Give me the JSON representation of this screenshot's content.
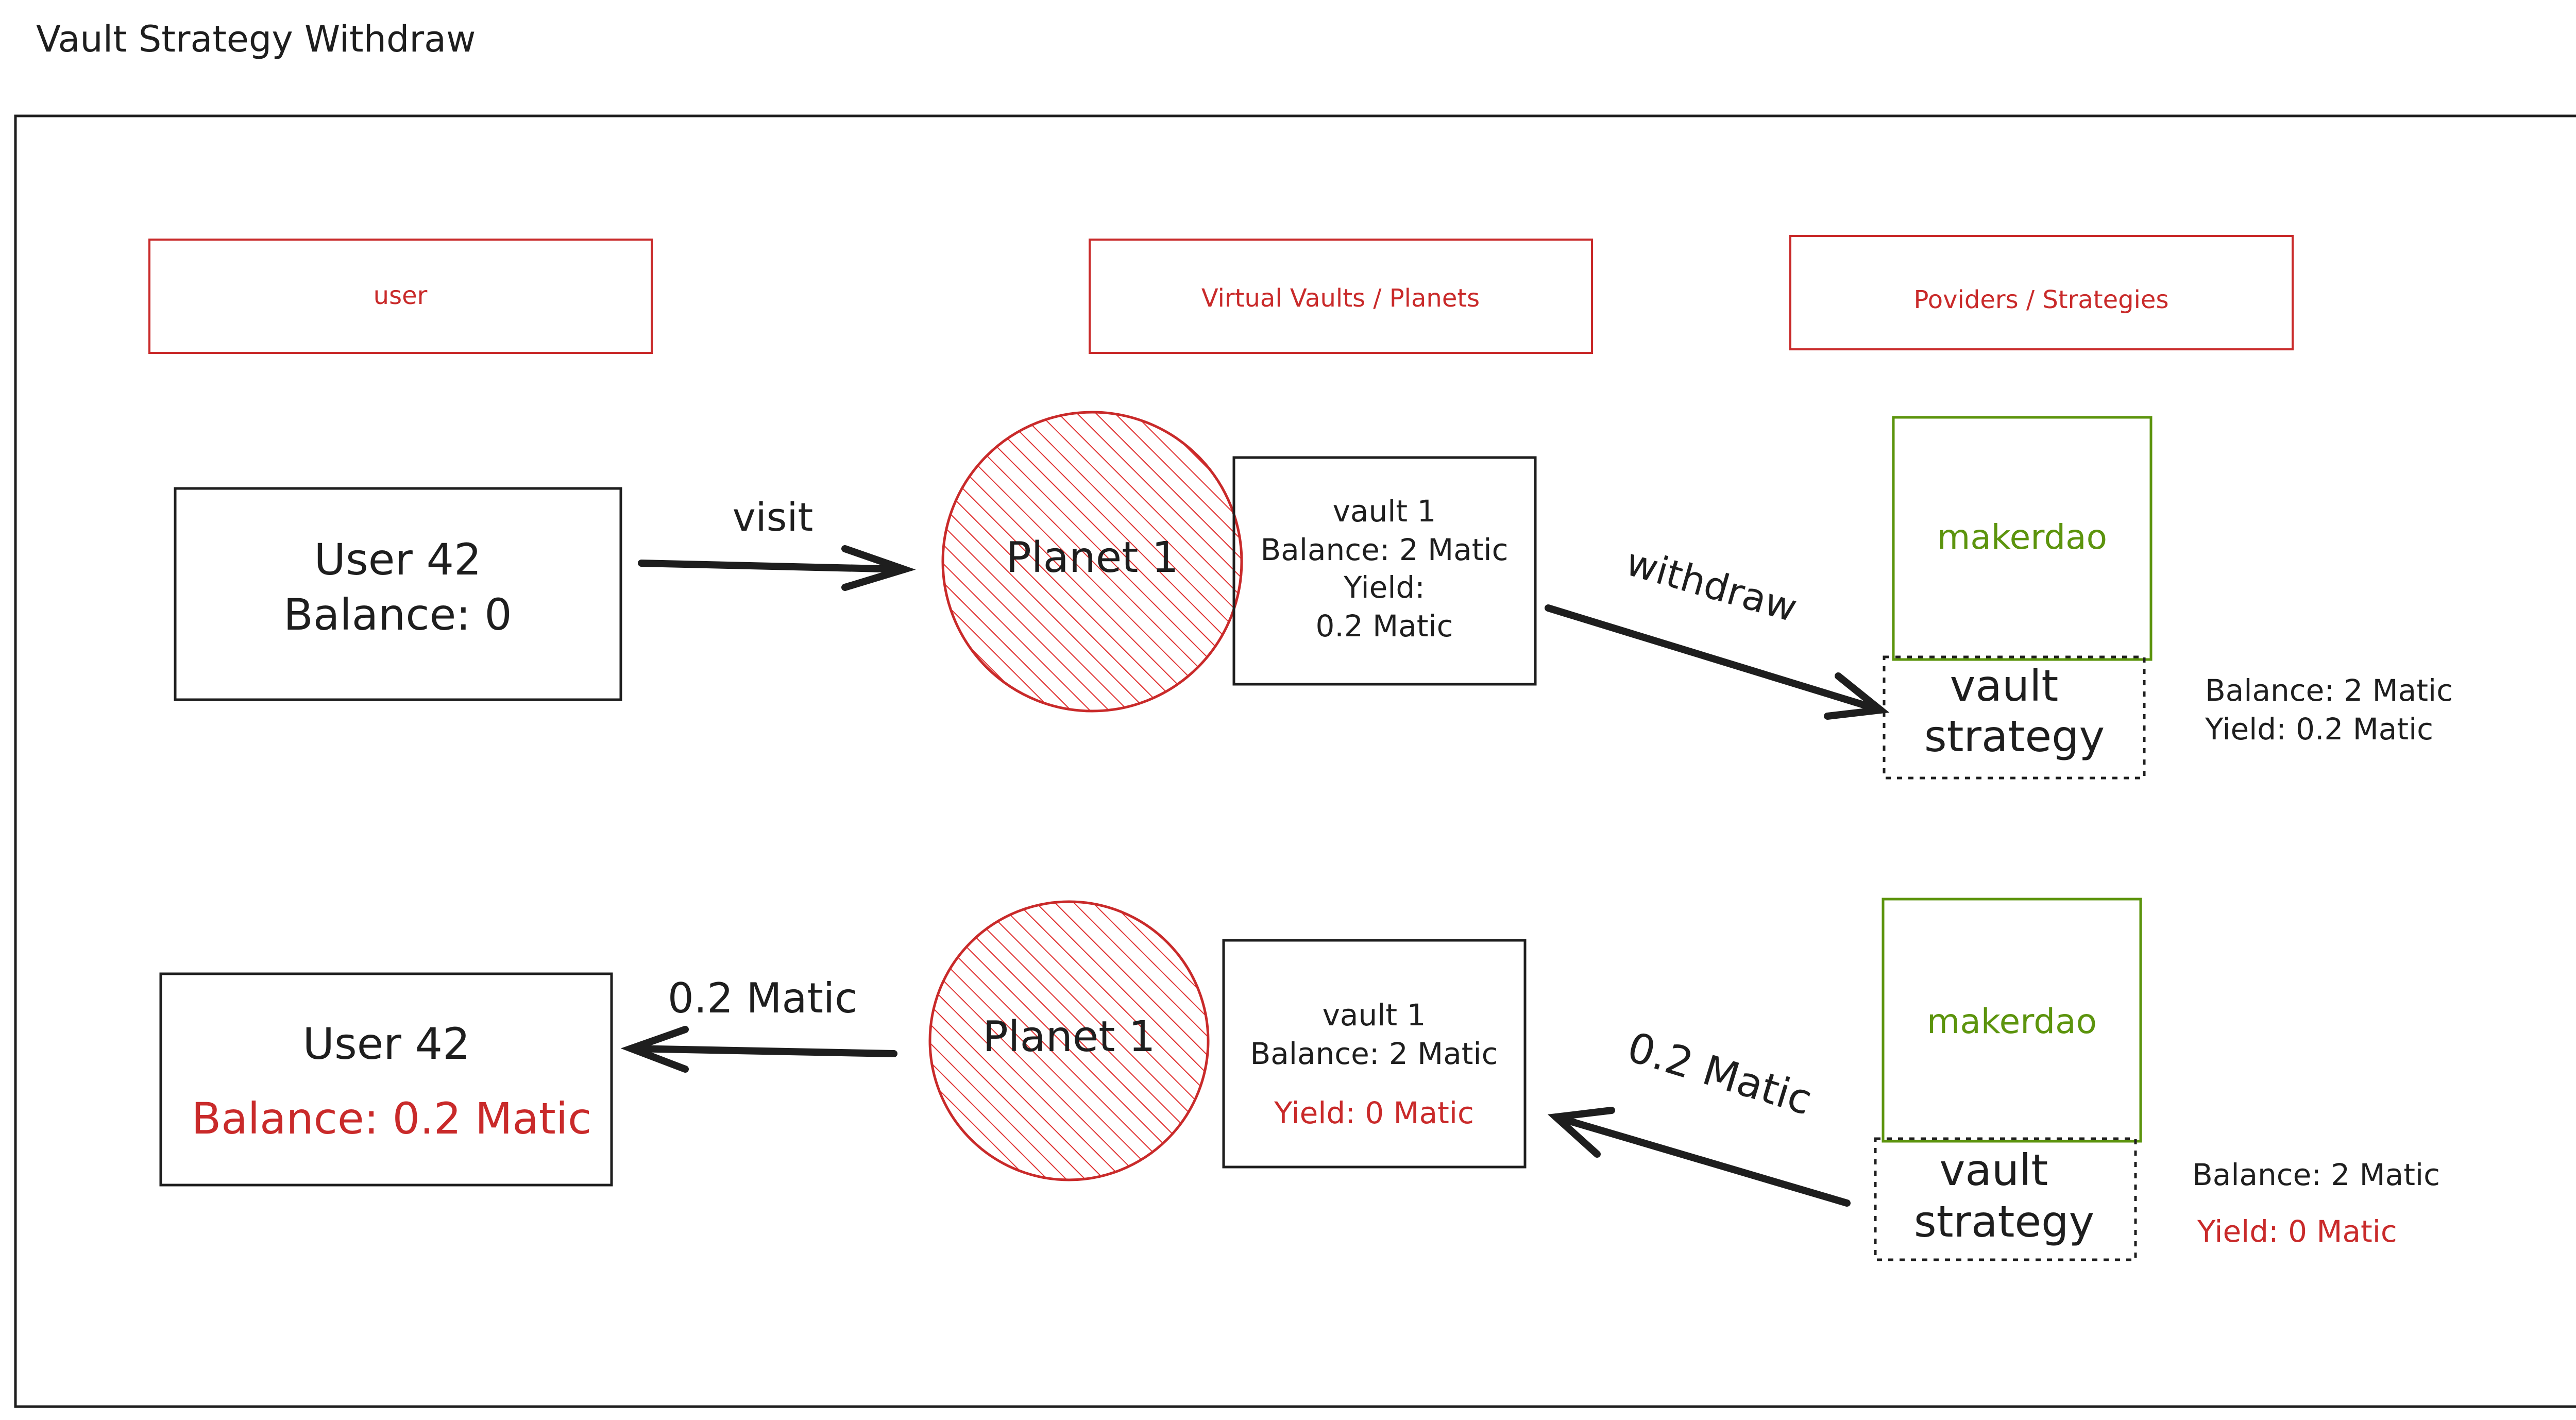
{
  "title": "Vault Strategy Withdraw",
  "colors": {
    "ink": "#1e1e1e",
    "red": "#c92a2a",
    "green": "#5c940d",
    "hatch": "#e03131"
  },
  "headers": {
    "user": "user",
    "vaults": "Virtual Vaults / Planets",
    "providers": "Poviders / Strategies"
  },
  "row1": {
    "user_name": "User 42",
    "user_balance": "Balance: 0",
    "arrow_label": "visit",
    "planet": "Planet 1",
    "vault_lines": [
      "vault 1",
      "Balance: 2 Matic",
      "Yield:",
      "0.2 Matic"
    ],
    "withdraw_label": "withdraw",
    "provider": "makerdao",
    "strategy_lines": [
      "vault",
      "strategy"
    ],
    "strategy_info": [
      "Balance: 2 Matic",
      "Yield: 0.2 Matic"
    ]
  },
  "row2": {
    "user_name": "User 42",
    "user_balance": "Balance: 0.2 Matic",
    "arrow_label": "0.2 Matic",
    "planet": "Planet 1",
    "vault_lines": [
      "vault 1",
      "Balance: 2 Matic"
    ],
    "vault_yield": "Yield: 0 Matic",
    "transfer_label": "0.2 Matic",
    "provider": "makerdao",
    "strategy_lines": [
      "vault",
      "strategy"
    ],
    "strategy_balance": "Balance: 2 Matic",
    "strategy_yield": "Yield: 0 Matic"
  }
}
